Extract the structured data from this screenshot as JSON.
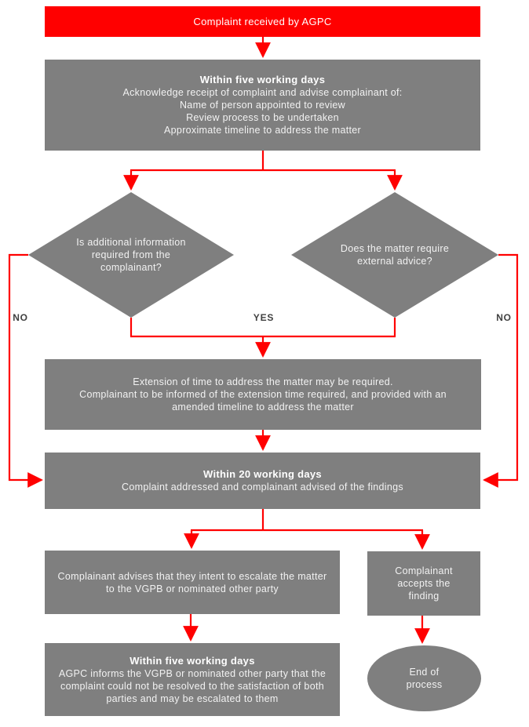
{
  "title": "Complaint handling process flowchart",
  "colors": {
    "accent_red": "#ff0000",
    "node_gray": "#7f7f7f",
    "node_text": "#f2f2f2",
    "edge_label_text": "#404040"
  },
  "nodes": {
    "start": {
      "text": "Complaint received by AGPC"
    },
    "acknowledge": {
      "heading": "Within five working days",
      "lines": [
        "Acknowledge receipt of complaint and advise complainant of:",
        "Name of person appointed to review",
        "Review process to be undertaken",
        "Approximate timeline to address the matter"
      ]
    },
    "decision_info": {
      "text": "Is additional information required from the complainant?"
    },
    "decision_advice": {
      "text": "Does the matter require external advice?"
    },
    "extension": {
      "lines": [
        "Extension of time to address the matter may be required.",
        "Complainant to be informed of the extension time required, and provided with an",
        "amended timeline to address the matter"
      ]
    },
    "within20": {
      "heading": "Within 20 working days",
      "line": "Complaint addressed and complainant advised of the findings"
    },
    "escalate": {
      "text": "Complainant advises that they intent to escalate the matter to the VGPB or nominated other party"
    },
    "accepts": {
      "text": "Complainant accepts the finding"
    },
    "inform": {
      "heading": "Within five working days",
      "text": "AGPC informs the VGPB or nominated other party that the complaint could not be resolved to the satisfaction of both parties and may be escalated to them"
    },
    "end": {
      "text": "End of process"
    }
  },
  "labels": {
    "no_left": "NO",
    "yes": "YES",
    "no_right": "NO"
  }
}
